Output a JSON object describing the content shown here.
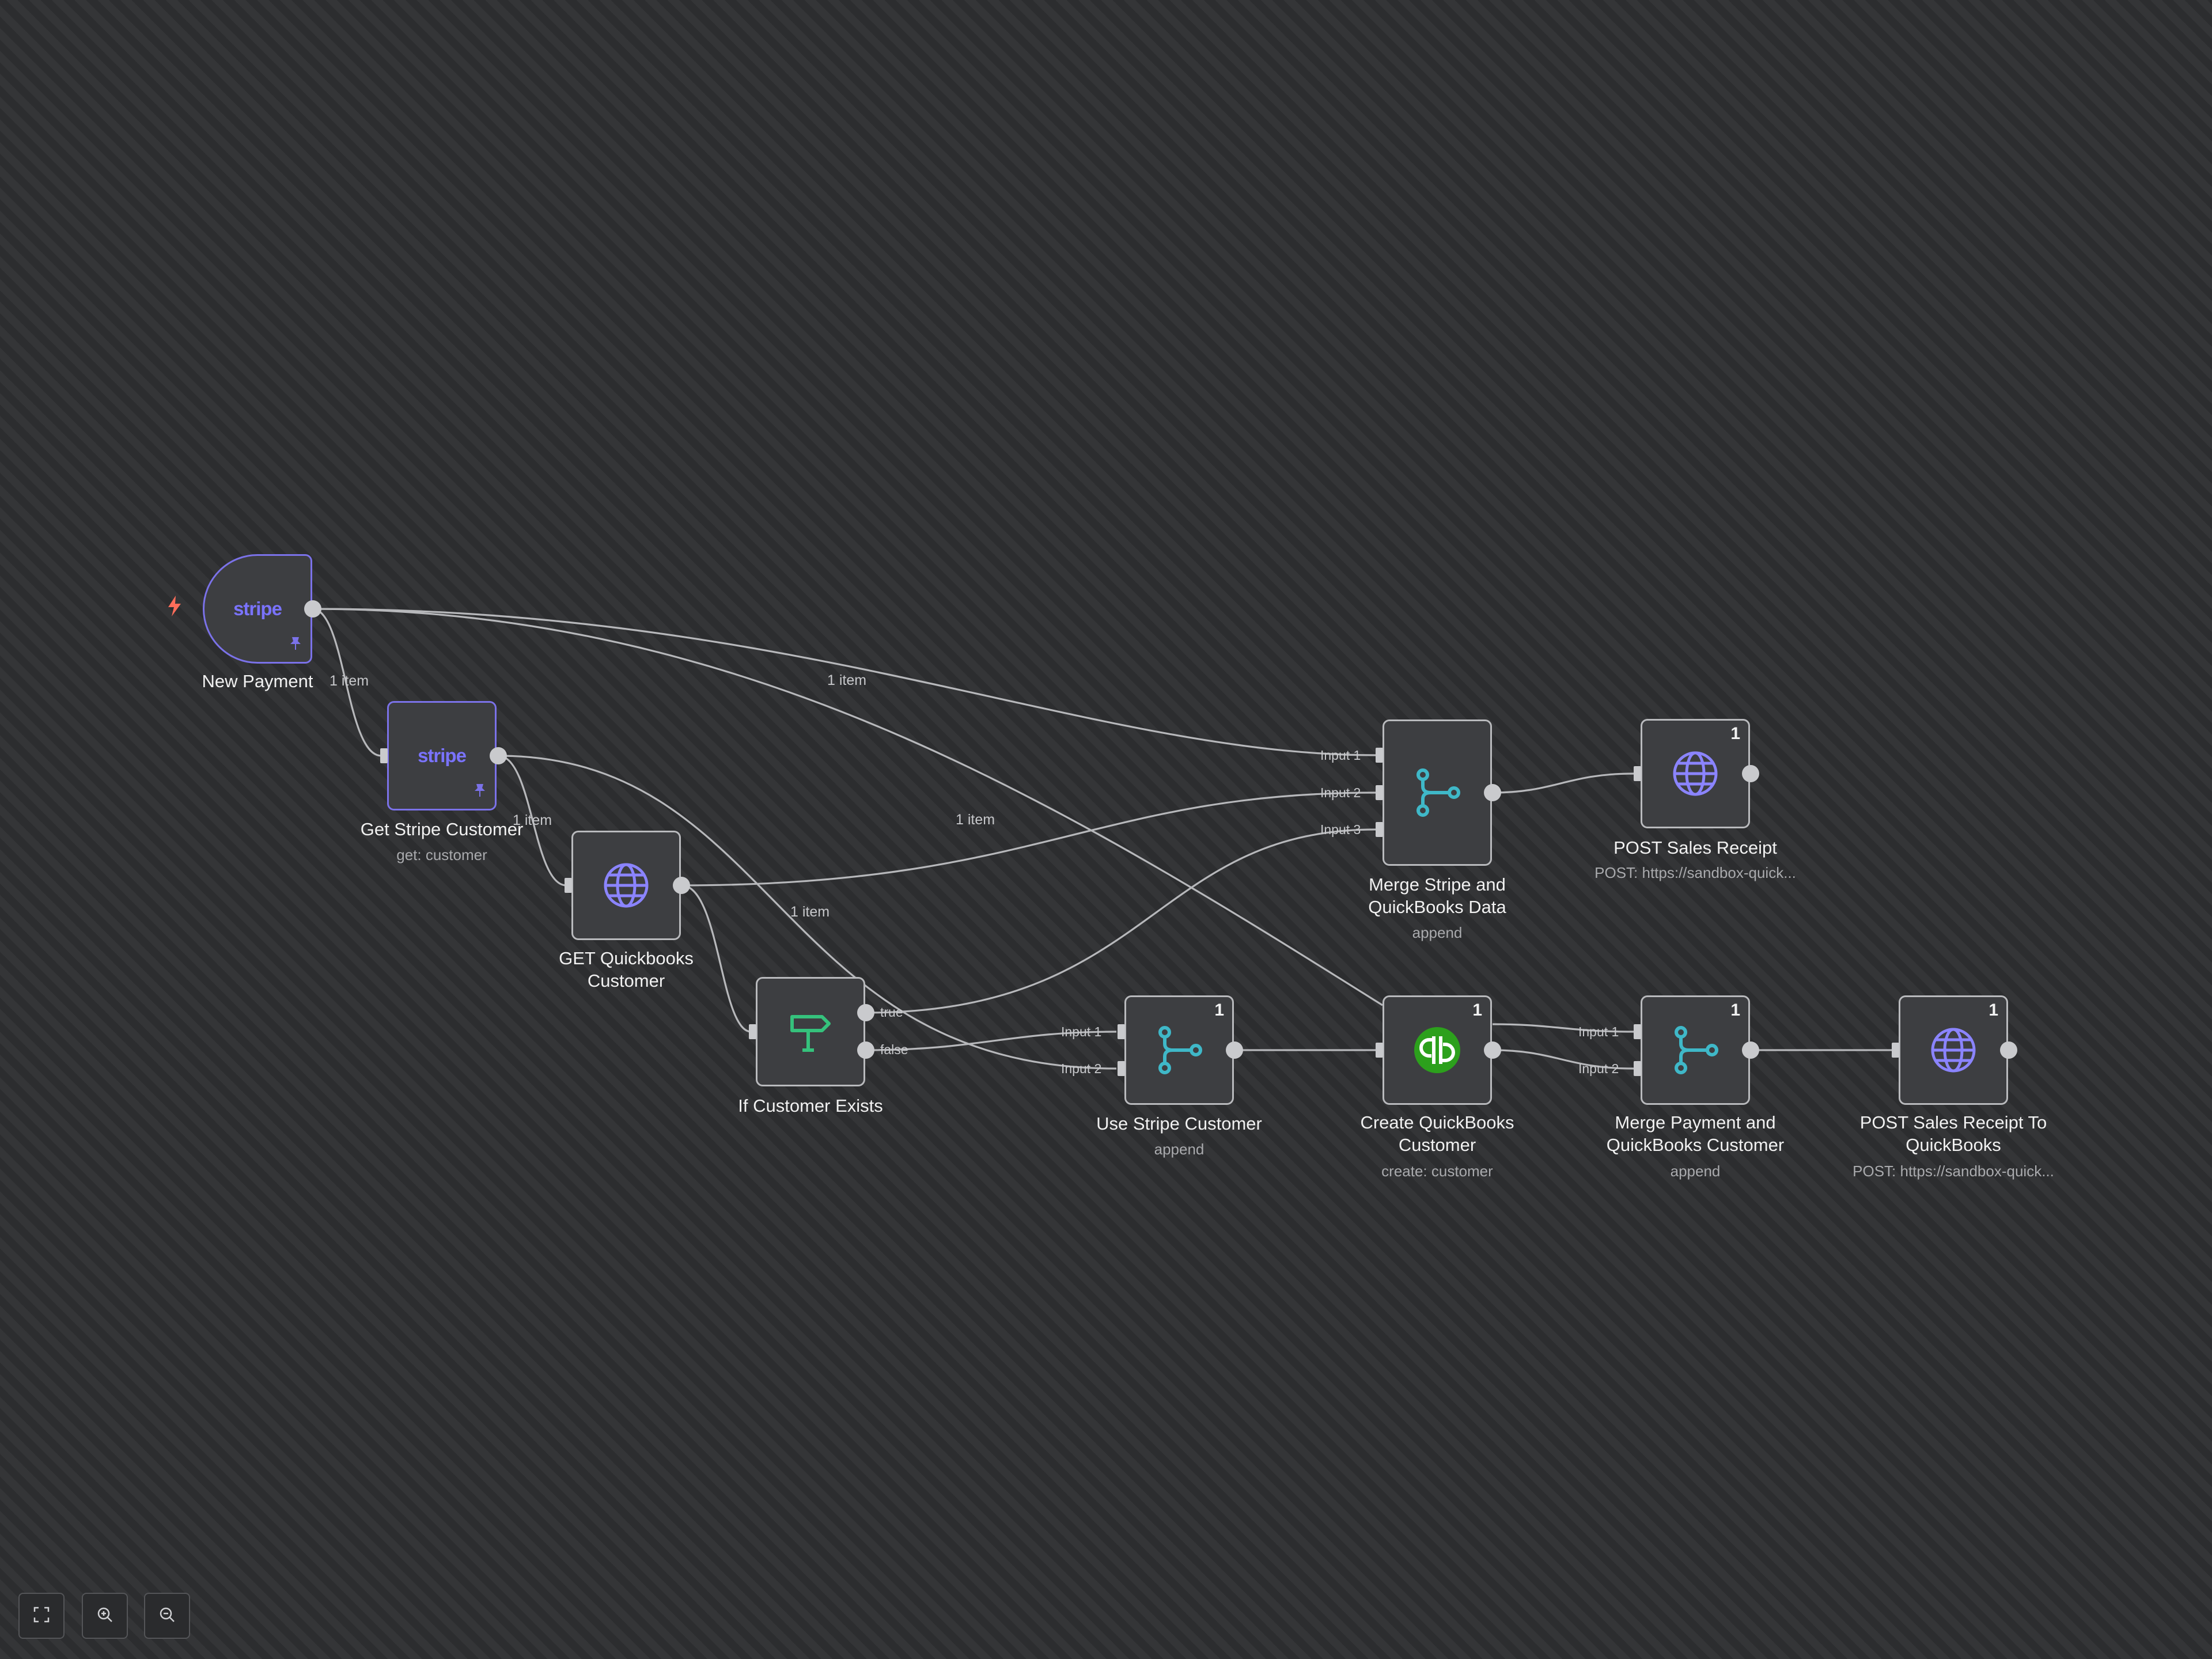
{
  "nodes": {
    "new_payment": {
      "label": "New Payment",
      "icon": "stripe-logo",
      "logo_text": "stripe"
    },
    "get_stripe_customer": {
      "label": "Get Stripe Customer",
      "sub": "get: customer",
      "icon": "stripe-logo",
      "logo_text": "stripe"
    },
    "get_quickbooks_customer": {
      "label_line1": "GET Quickbooks",
      "label_line2": "Customer",
      "icon": "globe-icon"
    },
    "if_customer_exists": {
      "label": "If Customer Exists",
      "icon": "signpost-icon",
      "out_true": "true",
      "out_false": "false"
    },
    "merge_stripe_qb": {
      "label_line1": "Merge Stripe and",
      "label_line2": "QuickBooks Data",
      "sub": "append",
      "icon": "merge-icon",
      "in1": "Input 1",
      "in2": "Input 2",
      "in3": "Input 3"
    },
    "post_sales_receipt": {
      "label": "POST Sales Receipt",
      "sub": "POST: https://sandbox-quick...",
      "badge": "1",
      "icon": "globe-icon"
    },
    "use_stripe_customer": {
      "label": "Use Stripe Customer",
      "sub": "append",
      "badge": "1",
      "icon": "merge-icon",
      "in1": "Input 1",
      "in2": "Input 2"
    },
    "create_qb_customer": {
      "label_line1": "Create QuickBooks",
      "label_line2": "Customer",
      "sub": "create: customer",
      "badge": "1",
      "icon": "quickbooks-logo"
    },
    "merge_payment_qb": {
      "label_line1": "Merge Payment and",
      "label_line2": "QuickBooks Customer",
      "sub": "append",
      "badge": "1",
      "icon": "merge-icon",
      "in1": "Input 1",
      "in2": "Input 2"
    },
    "post_sales_receipt_qb": {
      "label_line1": "POST Sales Receipt To",
      "label_line2": "QuickBooks",
      "sub": "POST: https://sandbox-quick...",
      "badge": "1",
      "icon": "globe-icon"
    }
  },
  "edge_labels": {
    "item1": "1 item",
    "item2": "1 item",
    "item3": "1 item",
    "item4": "1 item",
    "item5": "1 item"
  },
  "controls": {
    "fit": "fit-view-icon",
    "zoom_in": "zoom-in-icon",
    "zoom_out": "zoom-out-icon"
  },
  "colors": {
    "background": "#2e2f31",
    "node_bg": "#3d3e41",
    "stripe": "#7a73ff",
    "quickbooks": "#2ca01c",
    "merge": "#3fb8c8",
    "if": "#35c27c",
    "trigger": "#ff6d5a"
  }
}
